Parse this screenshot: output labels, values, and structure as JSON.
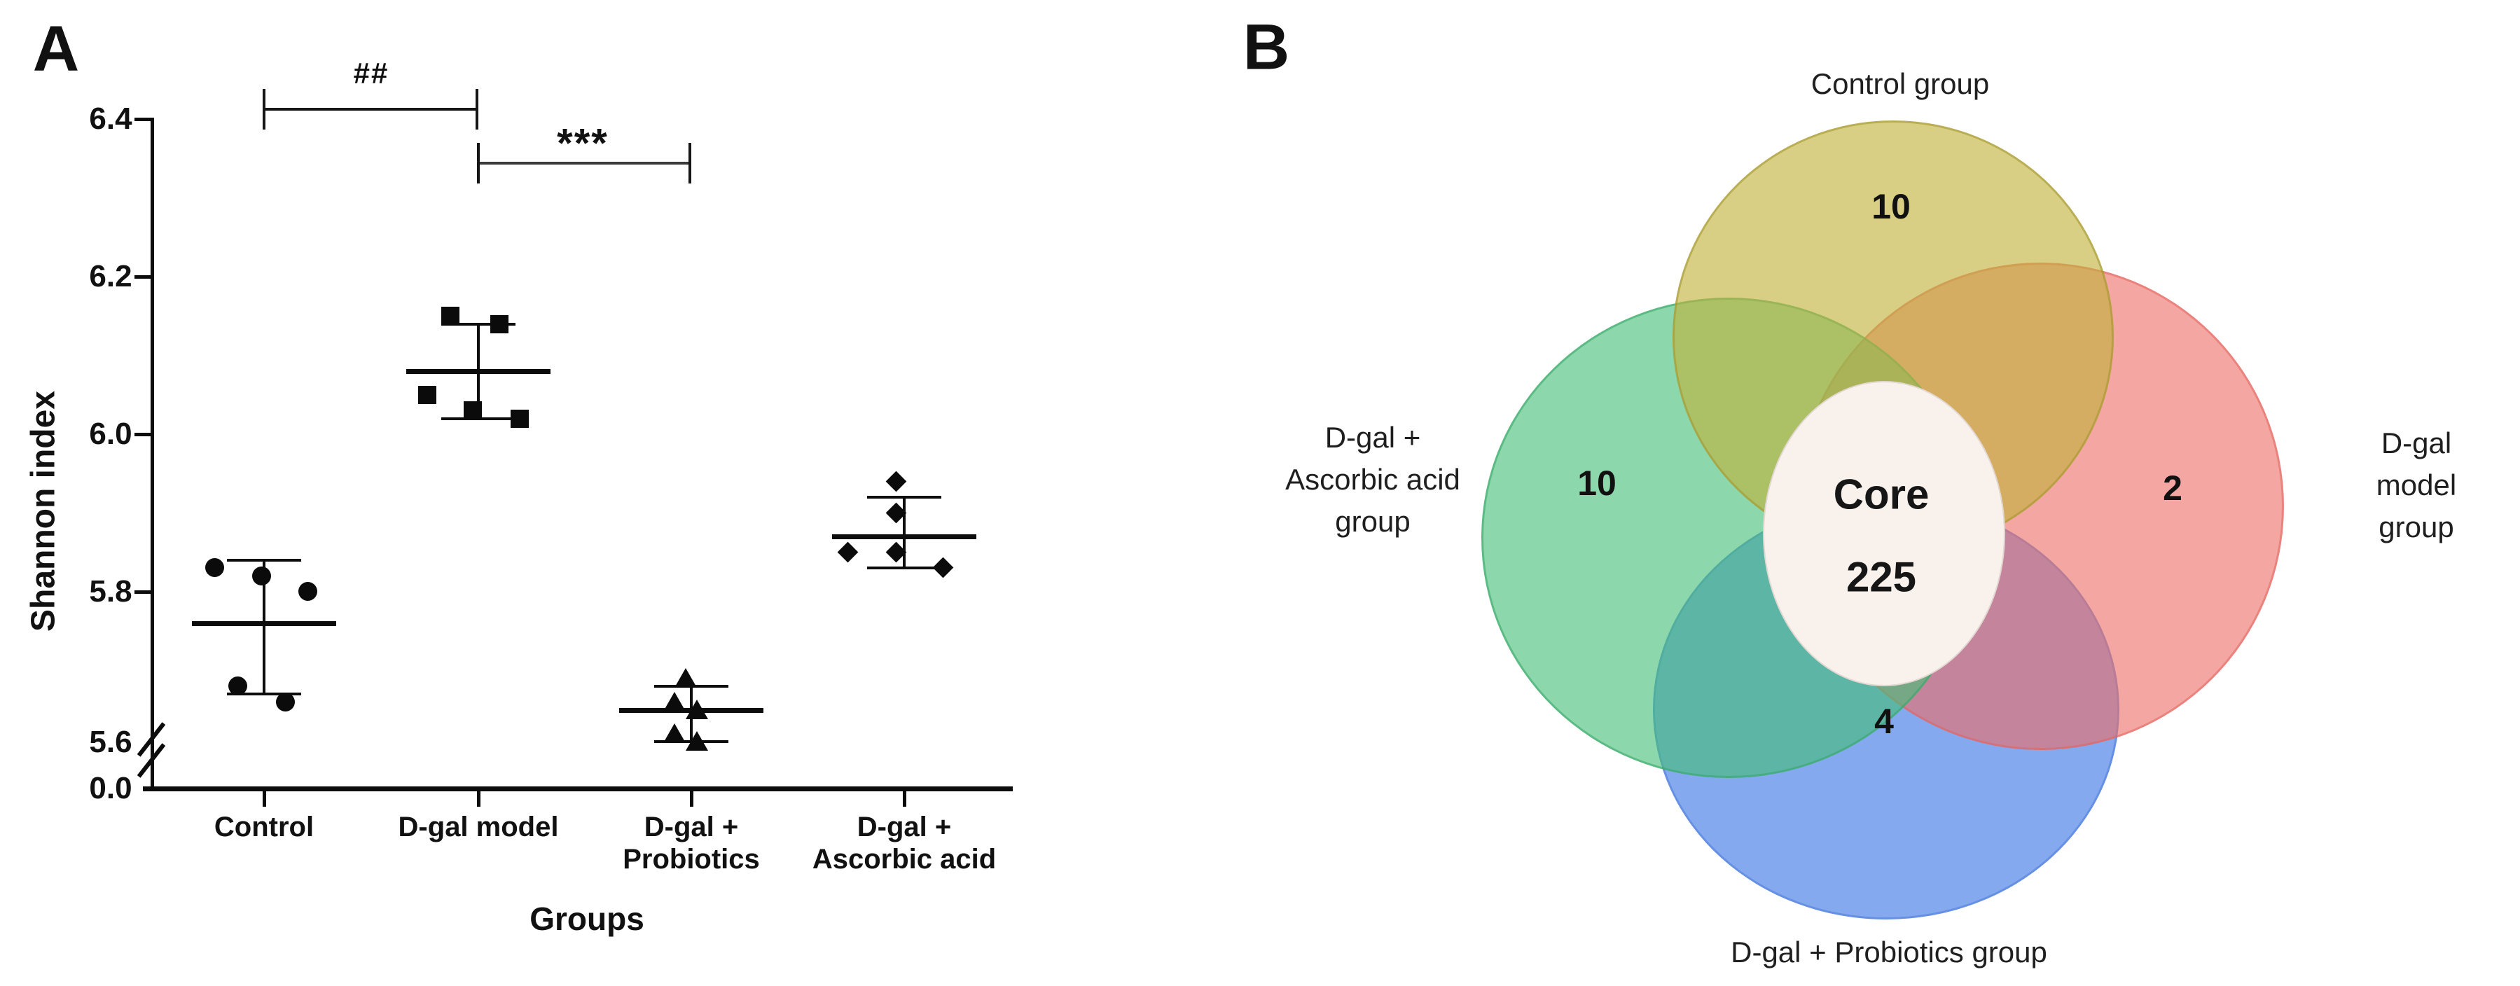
{
  "chart_data": [
    {
      "type": "scatter",
      "panel_label": "A",
      "ylabel": "Shannon index",
      "xlabel": "Groups",
      "ytick_labels": [
        "6.4",
        "6.2",
        "6.0",
        "5.8",
        "5.6",
        "0.0"
      ],
      "axis_break": true,
      "ylim_display": [
        5.55,
        6.45
      ],
      "grid": false,
      "categories": [
        "Control",
        "D-gal model",
        "D-gal +\nProbiotics",
        "D-gal +\nAscorbic acid"
      ],
      "marker_color": "#0b0b0b",
      "series": [
        {
          "name": "Control",
          "marker": "circle",
          "points": [
            [
              -70,
              5.83
            ],
            [
              -3,
              5.82
            ],
            [
              63,
              5.8
            ],
            [
              -37,
              5.68
            ],
            [
              31,
              5.66
            ]
          ],
          "mean": 5.76,
          "err_low": 5.67,
          "err_high": 5.84
        },
        {
          "name": "D-gal model",
          "marker": "square",
          "points": [
            [
              -40,
              6.15
            ],
            [
              30,
              6.14
            ],
            [
              -73,
              6.05
            ],
            [
              -8,
              6.03
            ],
            [
              59,
              6.02
            ]
          ],
          "mean": 6.08,
          "err_low": 6.02,
          "err_high": 6.14
        },
        {
          "name": "D-gal + Probiotics",
          "marker": "triangle",
          "points": [
            [
              -8,
              5.69
            ],
            [
              -24,
              5.66
            ],
            [
              8,
              5.65
            ],
            [
              -24,
              5.62
            ],
            [
              8,
              5.61
            ]
          ],
          "mean": 5.65,
          "err_low": 5.61,
          "err_high": 5.68
        },
        {
          "name": "D-gal + Ascorbic acid",
          "marker": "diamond",
          "points": [
            [
              -11,
              5.94
            ],
            [
              -11,
              5.9
            ],
            [
              -80,
              5.85
            ],
            [
              -11,
              5.85
            ],
            [
              56,
              5.83
            ]
          ],
          "mean": 5.87,
          "err_low": 5.83,
          "err_high": 5.92
        }
      ],
      "annotations": [
        {
          "label": "##",
          "from": "Control",
          "to": "D-gal model",
          "y": 6.41
        },
        {
          "label": "***",
          "from": "D-gal model",
          "to": "D-gal + Probiotics",
          "y": 6.34
        }
      ]
    },
    {
      "type": "venn",
      "panel_label": "B",
      "core_label": "Core",
      "core_value": "225",
      "sets": [
        {
          "id": "top",
          "label": "Control group",
          "value": "10"
        },
        {
          "id": "right",
          "label": "D-gal model\ngroup",
          "value": "2"
        },
        {
          "id": "left",
          "label": "D-gal +\nAscorbic acid\ngroup",
          "value": "10"
        },
        {
          "id": "bottom",
          "label": "D-gal + Probiotics group",
          "value": "4"
        }
      ],
      "colors": {
        "top": "rgba(192,177,58,0.62)",
        "right": "rgba(235,111,105,0.62)",
        "left": "rgba(70,190,120,0.62)",
        "bottom": "rgba(50,111,227,0.60)",
        "core": "#f8f1ec"
      }
    }
  ]
}
